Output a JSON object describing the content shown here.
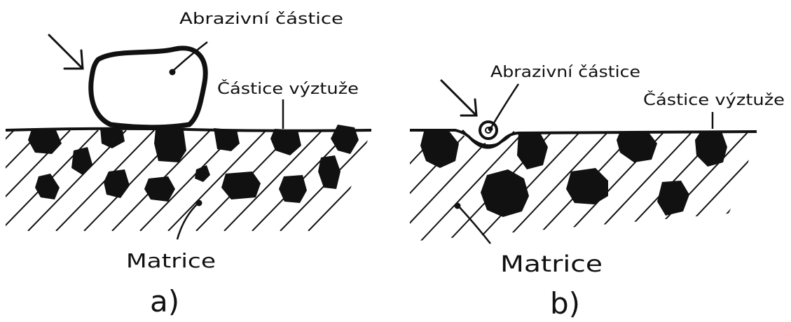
{
  "panels": [
    {
      "abrasive_label": "Abrazivní částice",
      "reinforcement_label": "Částice výztuže",
      "matrix_label": "Matrice",
      "caption": "a)"
    },
    {
      "abrasive_label": "Abrazivní částice",
      "reinforcement_label": "Částice výztuže",
      "matrix_label": "Matrice",
      "caption": "b)"
    }
  ],
  "colors": {
    "ink": "#111111",
    "background": "#ffffff"
  }
}
